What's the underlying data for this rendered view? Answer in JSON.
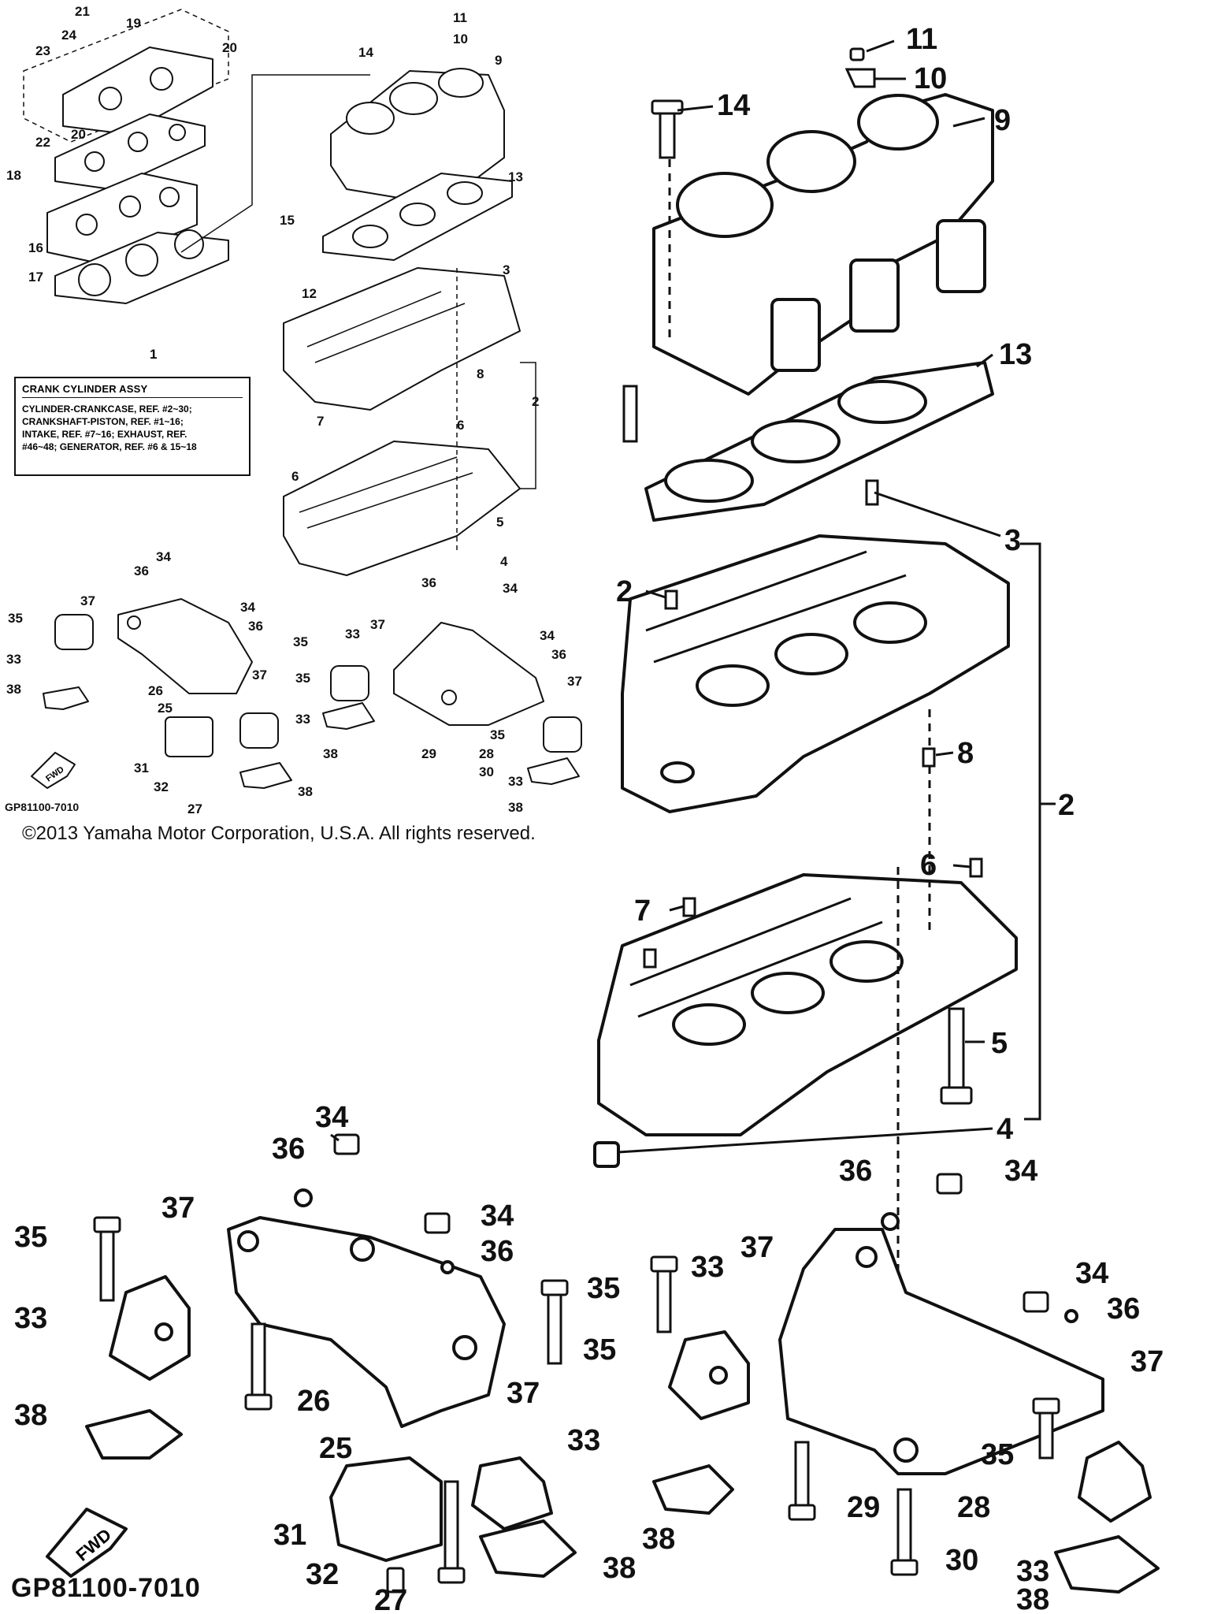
{
  "figure": {
    "assembly_box": {
      "item_number": "1",
      "title": "CRANK CYLINDER ASSY",
      "lines": [
        "CYLINDER-CRANKCASE, REF. #2~30;",
        "CRANKSHAFT-PISTON, REF. #1~16;",
        "INTAKE, REF. #7~16; EXHAUST, REF.",
        "#46~48; GENERATOR, REF. #6 & 15~18"
      ]
    },
    "diagram_code": "GP81100-7010",
    "fwd_label": "FWD",
    "copyright": "©2013 Yamaha Motor Corporation, U.S.A. All rights reserved."
  },
  "callouts_small": [
    "21",
    "19",
    "24",
    "23",
    "20",
    "20",
    "22",
    "18",
    "16",
    "17",
    "11",
    "10",
    "14",
    "9",
    "13",
    "15",
    "12",
    "3",
    "8",
    "7",
    "2",
    "6",
    "6",
    "5",
    "4",
    "34",
    "36",
    "35",
    "37",
    "33",
    "38",
    "26",
    "34",
    "36",
    "25",
    "37",
    "35",
    "31",
    "33",
    "32",
    "27",
    "38",
    "36",
    "34",
    "35",
    "33",
    "37",
    "34",
    "36",
    "37",
    "38",
    "29",
    "28",
    "35",
    "33",
    "30",
    "38"
  ],
  "callouts_big": [
    "11",
    "10",
    "14",
    "9",
    "13",
    "3",
    "2",
    "8",
    "7",
    "2",
    "6",
    "5",
    "4",
    "34",
    "36",
    "35",
    "37",
    "33",
    "38",
    "34",
    "36",
    "26",
    "25",
    "37",
    "35",
    "33",
    "31",
    "32",
    "27",
    "38",
    "36",
    "34",
    "35",
    "33",
    "37",
    "34",
    "36",
    "37",
    "38",
    "29",
    "28",
    "35",
    "33",
    "30",
    "38"
  ]
}
